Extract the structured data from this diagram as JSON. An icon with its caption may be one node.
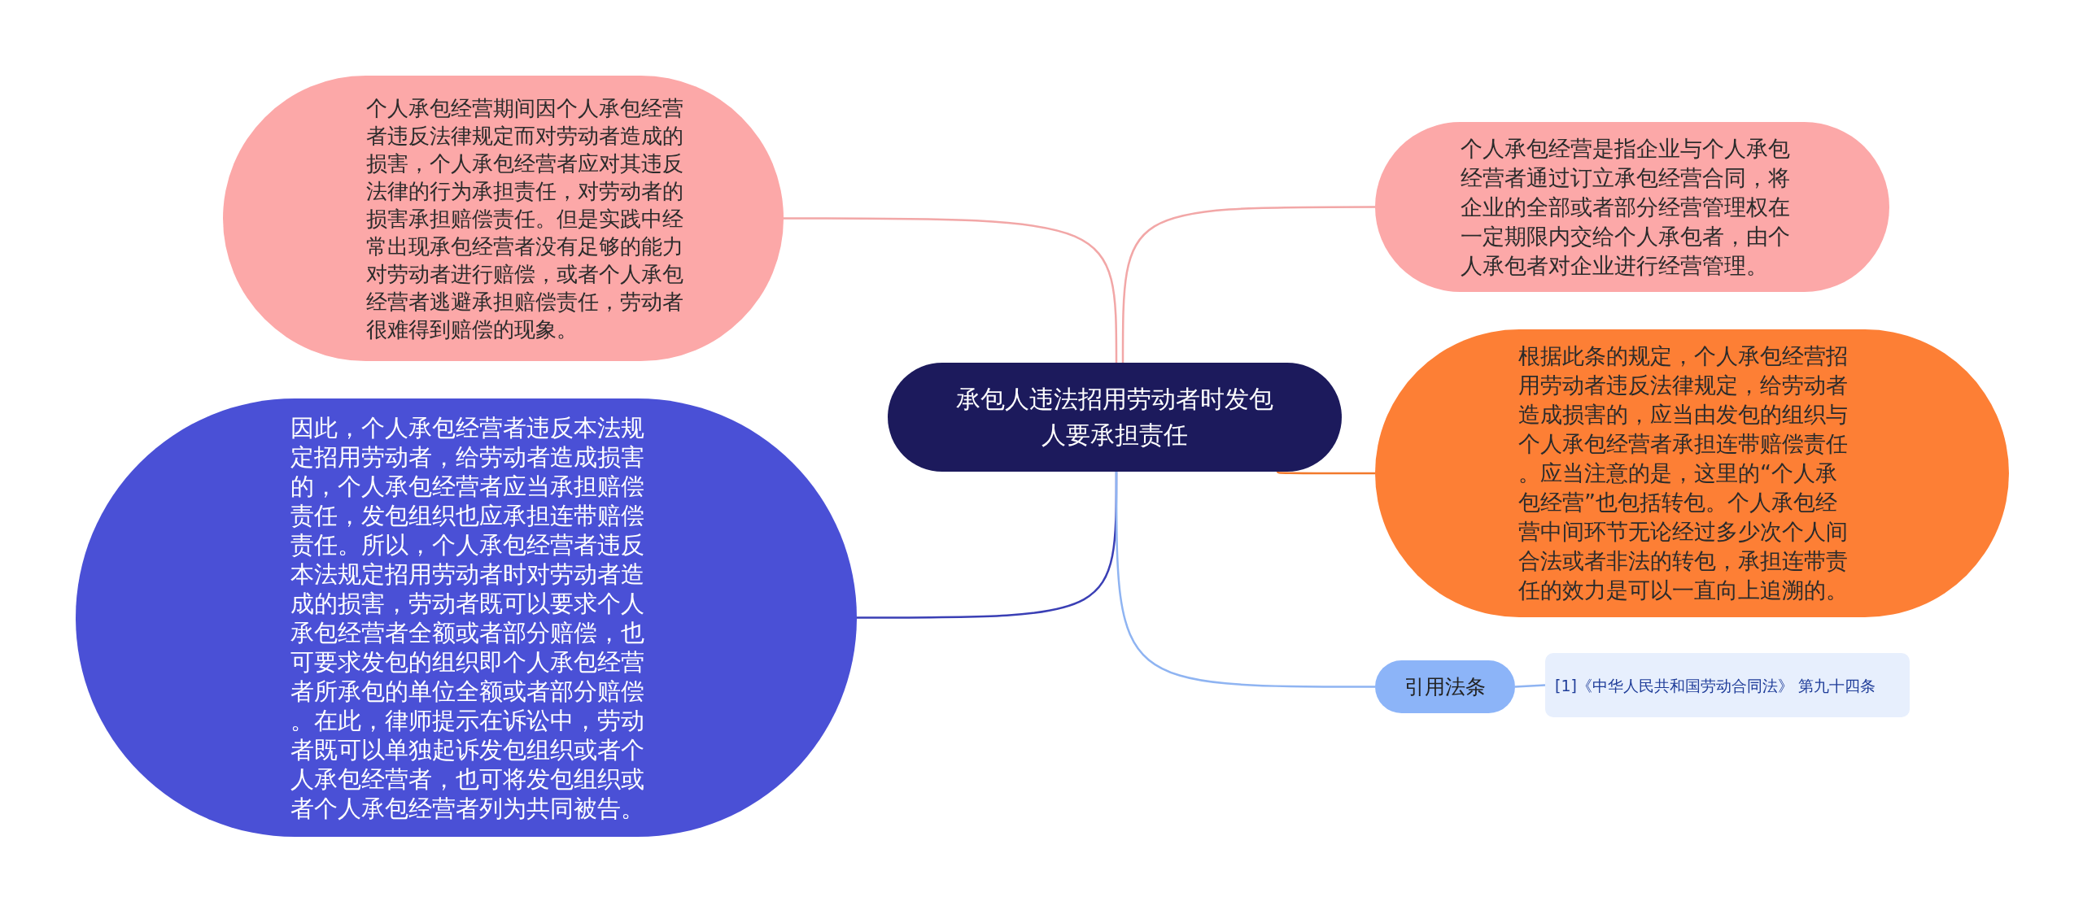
{
  "diagram": {
    "nodes": [
      {
        "text": [
          "承包人违法招用劳动者时发包人要承担责任"
        ]
      },
      {
        "text": [
          "个人承包经营期间因个人承包经营者违反法律规定而对劳动者造成的损害，个人承包经营者应对其违反法律的行为承担责任，对劳动者的损害承担赔偿责任。但是实践中经常出现承包经营者没有足够的能力对劳动者进行赔偿，或者个人承包经营者逃避承担赔偿责任，劳动者很难得到赔偿的现象。"
        ]
      },
      {
        "text": [
          "因此，个人承包经营者违反本法规定招用劳动者，给劳动者造成损害的，个人承包经营者应当承担赔偿责任，发包组织也应承担连带赔偿责任。所以，个人承包经营者违反本法规定招用劳动者时对劳动者造成的损害，劳动者既可以要求个人承包经营者全额或者部分赔偿，也可要求发包的组织即个人承包经营者所承包的单位全额或者部分赔偿。在此，律师提示在诉讼中，劳动者既可以单独起诉发包组织或者个人承包经营者，也可将发包组织或者个人承包经营者列为共同被告。"
        ]
      },
      {
        "text": [
          "个人承包经营是指企业与个人承包经营者通过订立承包经营合同，将企业的全部或者部分经营管理权在一定期限内交给个人承包者，由个人承包者对企业进行经营管理。"
        ]
      },
      {
        "text": [
          "根据此条的规定，个人承包经营招用劳动者违反法律规定，给劳动者造成损害的，应当由发包的组织与个人承包经营者承担连带赔偿责任。应当注意的是，这里的“个人承包经营”也包括转包。个人承包经营中间环节无论经过多少次个人间合法或者非法的转包，承担连带责任的效力是可以一直向上追溯的。"
        ]
      },
      {
        "text": [
          "引用法条"
        ]
      },
      {
        "text": [
          "[1]《中华人民共和国劳动合同法》 第九十四条"
        ]
      }
    ],
    "edges": [
      {
        "from": 0,
        "to": 1,
        "arrow": "none",
        "color": "#f2a7a7"
      },
      {
        "from": 0,
        "to": 2,
        "arrow": "none",
        "color": "#3a3fb5"
      },
      {
        "from": 0,
        "to": 3,
        "arrow": "none",
        "color": "#f2a7a7"
      },
      {
        "from": 0,
        "to": 4,
        "arrow": "none",
        "color": "#f27a2c"
      },
      {
        "from": 0,
        "to": 5,
        "arrow": "none",
        "color": "#8fb4f2"
      },
      {
        "from": 5,
        "to": 6,
        "arrow": "none",
        "color": "#8fb4f2"
      }
    ]
  }
}
